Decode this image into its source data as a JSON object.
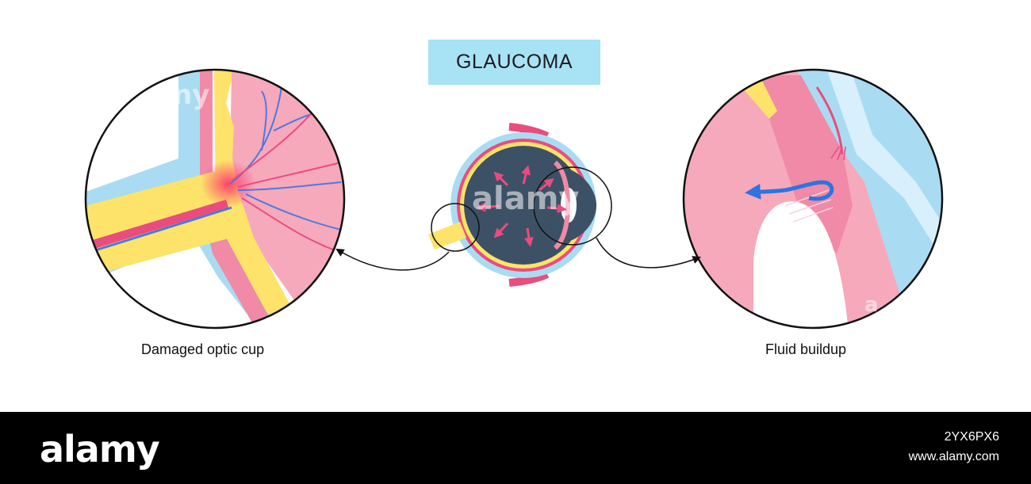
{
  "title": "GLAUCOMA",
  "captions": {
    "left": "Damaged optic cup",
    "right": "Fluid buildup"
  },
  "colors": {
    "title_bg": "#a8e2f5",
    "sclera_blue": "#a9dcf2",
    "tissue_pink": "#f6a9bb",
    "hot_pink": "#ea4c7e",
    "yellow": "#fde36a",
    "vessel_blue": "#4c79e0",
    "vitreous_navy": "#3d5166",
    "arrow_blue": "#2d74e0"
  },
  "footer": {
    "logo": "alamy",
    "image_id": "2YX6PX6",
    "url": "www.alamy.com"
  },
  "watermarks": {
    "center": "alamy",
    "left_fragment": "ny",
    "right_fragment": "a"
  }
}
